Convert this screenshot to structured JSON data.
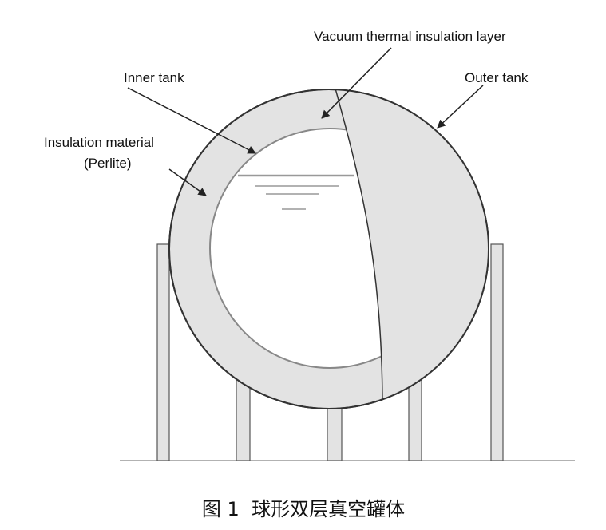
{
  "labels": {
    "vacuum_layer": "Vacuum thermal insulation layer",
    "inner_tank": "Inner tank",
    "outer_tank": "Outer tank",
    "insulation_material": "Insulation material",
    "perlite": "(Perlite)"
  },
  "caption": "图 1  球形双层真空罐体",
  "colors": {
    "shell_fill": "#e3e3e3",
    "stroke": "#333333",
    "background": "#ffffff"
  }
}
